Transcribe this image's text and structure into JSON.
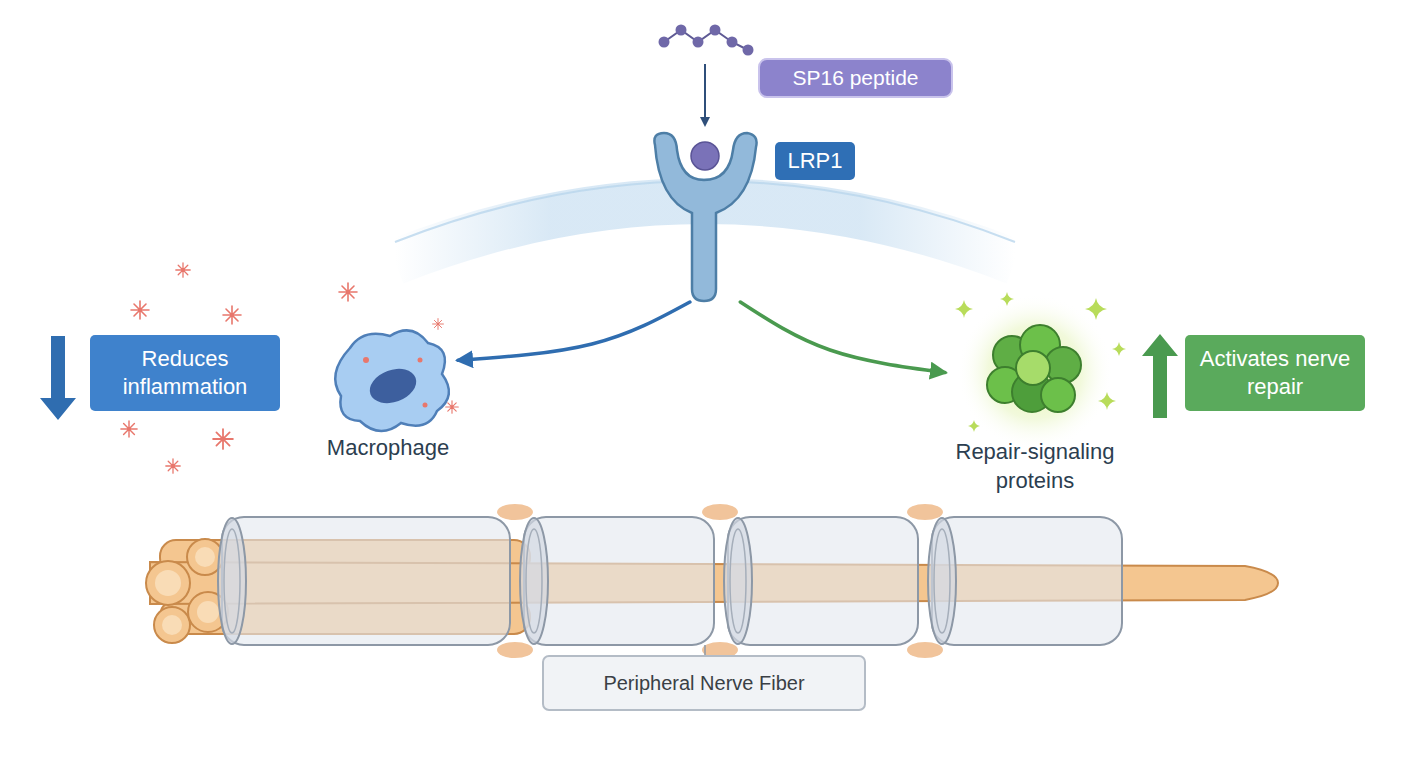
{
  "diagram": {
    "nodes": [
      {
        "text": [
          "SP16 peptide"
        ]
      },
      {
        "text": [
          "LRP1"
        ]
      },
      {
        "text": [
          "Reduces inflammation"
        ]
      },
      {
        "text": [
          "Macrophage"
        ]
      },
      {
        "text": [
          "Repair-signaling proteins"
        ]
      },
      {
        "text": [
          "Activates nerve repair"
        ]
      },
      {
        "text": [
          "Peripheral Nerve Fiber"
        ]
      }
    ],
    "edges": [
      {
        "from": 1,
        "to": 3,
        "arrow": "to"
      },
      {
        "from": 1,
        "to": 4,
        "arrow": "to"
      }
    ]
  }
}
